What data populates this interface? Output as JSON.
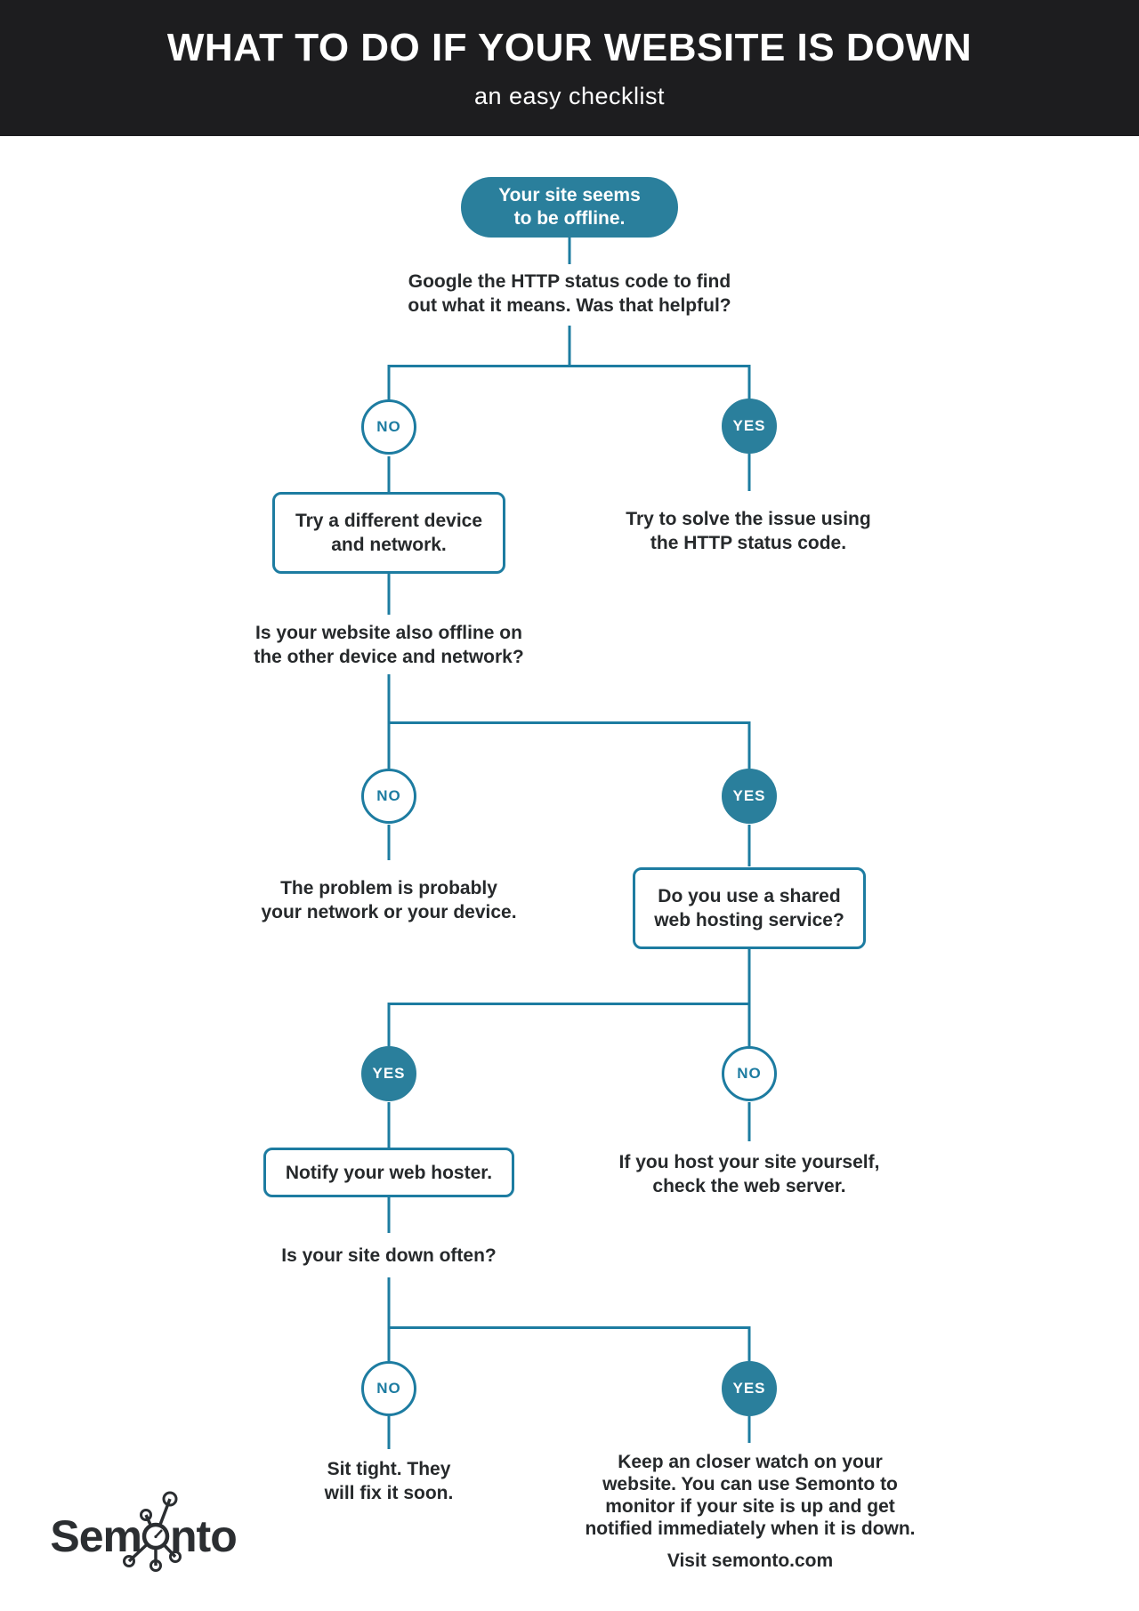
{
  "header": {
    "title": "WHAT TO DO IF YOUR WEBSITE IS DOWN",
    "subtitle": "an easy checklist"
  },
  "labels": {
    "no": "NO",
    "yes": "YES"
  },
  "nodes": {
    "start": "Your site seems\nto be offline.",
    "q_http": "Google the HTTP status code to find\nout what it means. Was that helpful?",
    "box_try_device": "Try a different device\nand network.",
    "end_solve_http": "Try to solve the issue using\nthe HTTP status code.",
    "q_other_device": "Is your website also offline on\nthe other device and network?",
    "end_network_device": "The problem is probably\nyour network or your device.",
    "box_shared_hosting": "Do you use a shared\nweb hosting service?",
    "end_check_server": "If you host your site yourself,\ncheck the web server.",
    "box_notify_hoster": "Notify your web hoster.",
    "q_down_often": "Is your site down often?",
    "end_sit_tight": "Sit tight. They\nwill fix it soon.",
    "end_monitor": "Keep an closer watch on your\nwebsite. You can use Semonto to\nmonitor if your site is up and get\nnotified immediately when it is down.",
    "footer_link": "Visit semonto.com"
  },
  "logo": {
    "prefix": "Sem",
    "suffix": "nto"
  },
  "colors": {
    "accent_fill": "#2a7f9c",
    "accent_line": "#1d7ca1",
    "header_bg": "#1d1d1f",
    "text": "#26292b",
    "logo": "#2b2e31"
  }
}
